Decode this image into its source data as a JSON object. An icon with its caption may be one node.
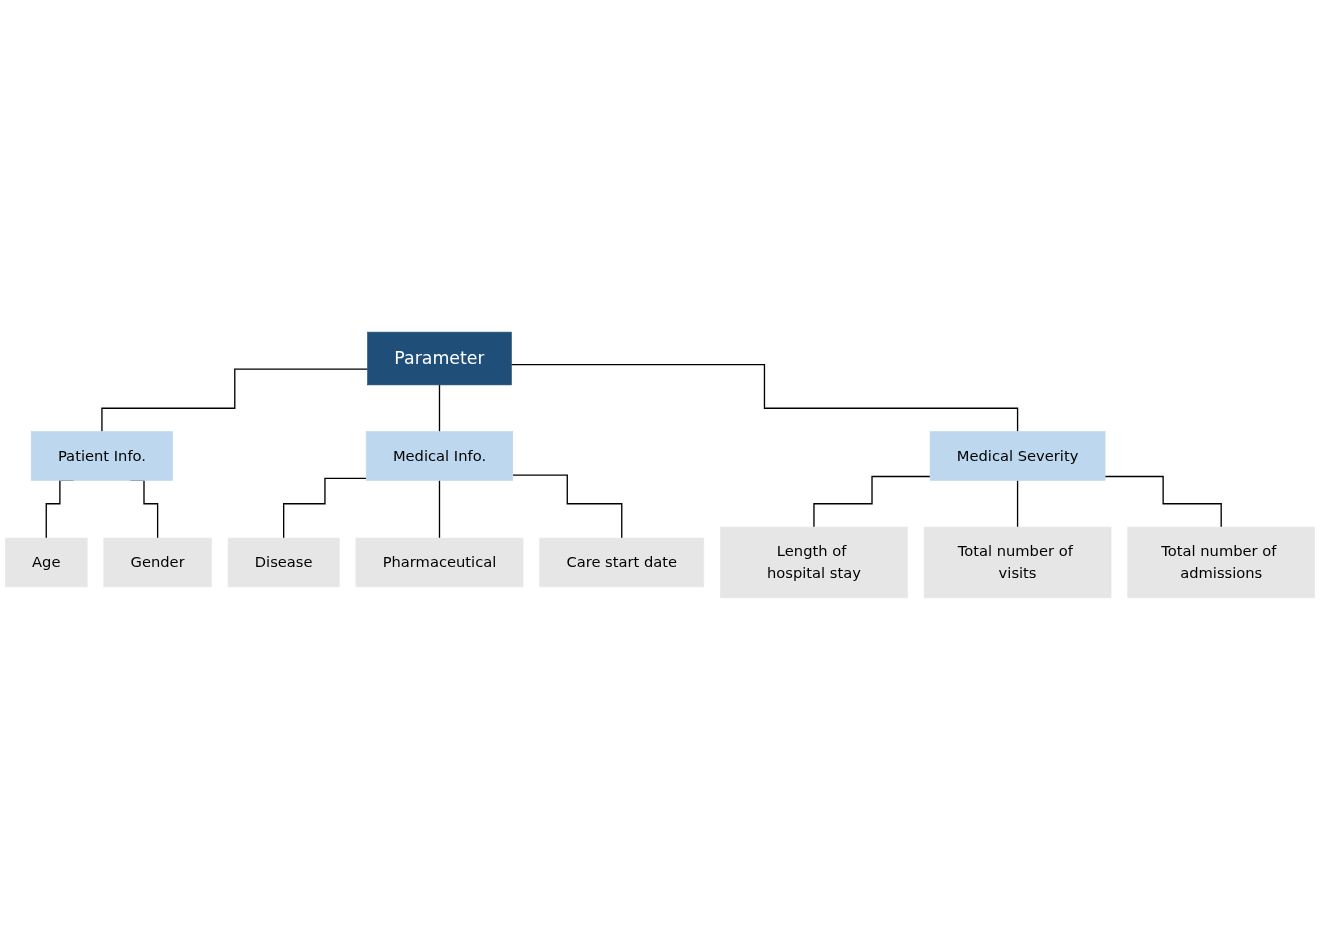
{
  "diagram": {
    "nodes": [
      {
        "text": [
          "Parameter"
        ]
      },
      {
        "text": [
          "Patient Info."
        ]
      },
      {
        "text": [
          "Medical Info."
        ]
      },
      {
        "text": [
          "Medical Severity"
        ]
      },
      {
        "text": [
          "Age"
        ]
      },
      {
        "text": [
          "Gender"
        ]
      },
      {
        "text": [
          "Disease"
        ]
      },
      {
        "text": [
          "Pharmaceutical"
        ]
      },
      {
        "text": [
          "Care start date"
        ]
      },
      {
        "text": [
          "Length of hospital stay"
        ]
      },
      {
        "text": [
          "Total number of visits"
        ]
      },
      {
        "text": [
          "Total number of admissions"
        ]
      }
    ],
    "edges": [
      {
        "from": 0,
        "to": 1,
        "arrow": "none"
      },
      {
        "from": 0,
        "to": 2,
        "arrow": "none"
      },
      {
        "from": 0,
        "to": 3,
        "arrow": "none"
      },
      {
        "from": 1,
        "to": 4,
        "arrow": "none"
      },
      {
        "from": 1,
        "to": 5,
        "arrow": "none"
      },
      {
        "from": 2,
        "to": 6,
        "arrow": "none"
      },
      {
        "from": 2,
        "to": 7,
        "arrow": "none"
      },
      {
        "from": 2,
        "to": 8,
        "arrow": "none"
      },
      {
        "from": 3,
        "to": 9,
        "arrow": "none"
      },
      {
        "from": 3,
        "to": 10,
        "arrow": "none"
      },
      {
        "from": 3,
        "to": 11,
        "arrow": "none"
      }
    ]
  }
}
